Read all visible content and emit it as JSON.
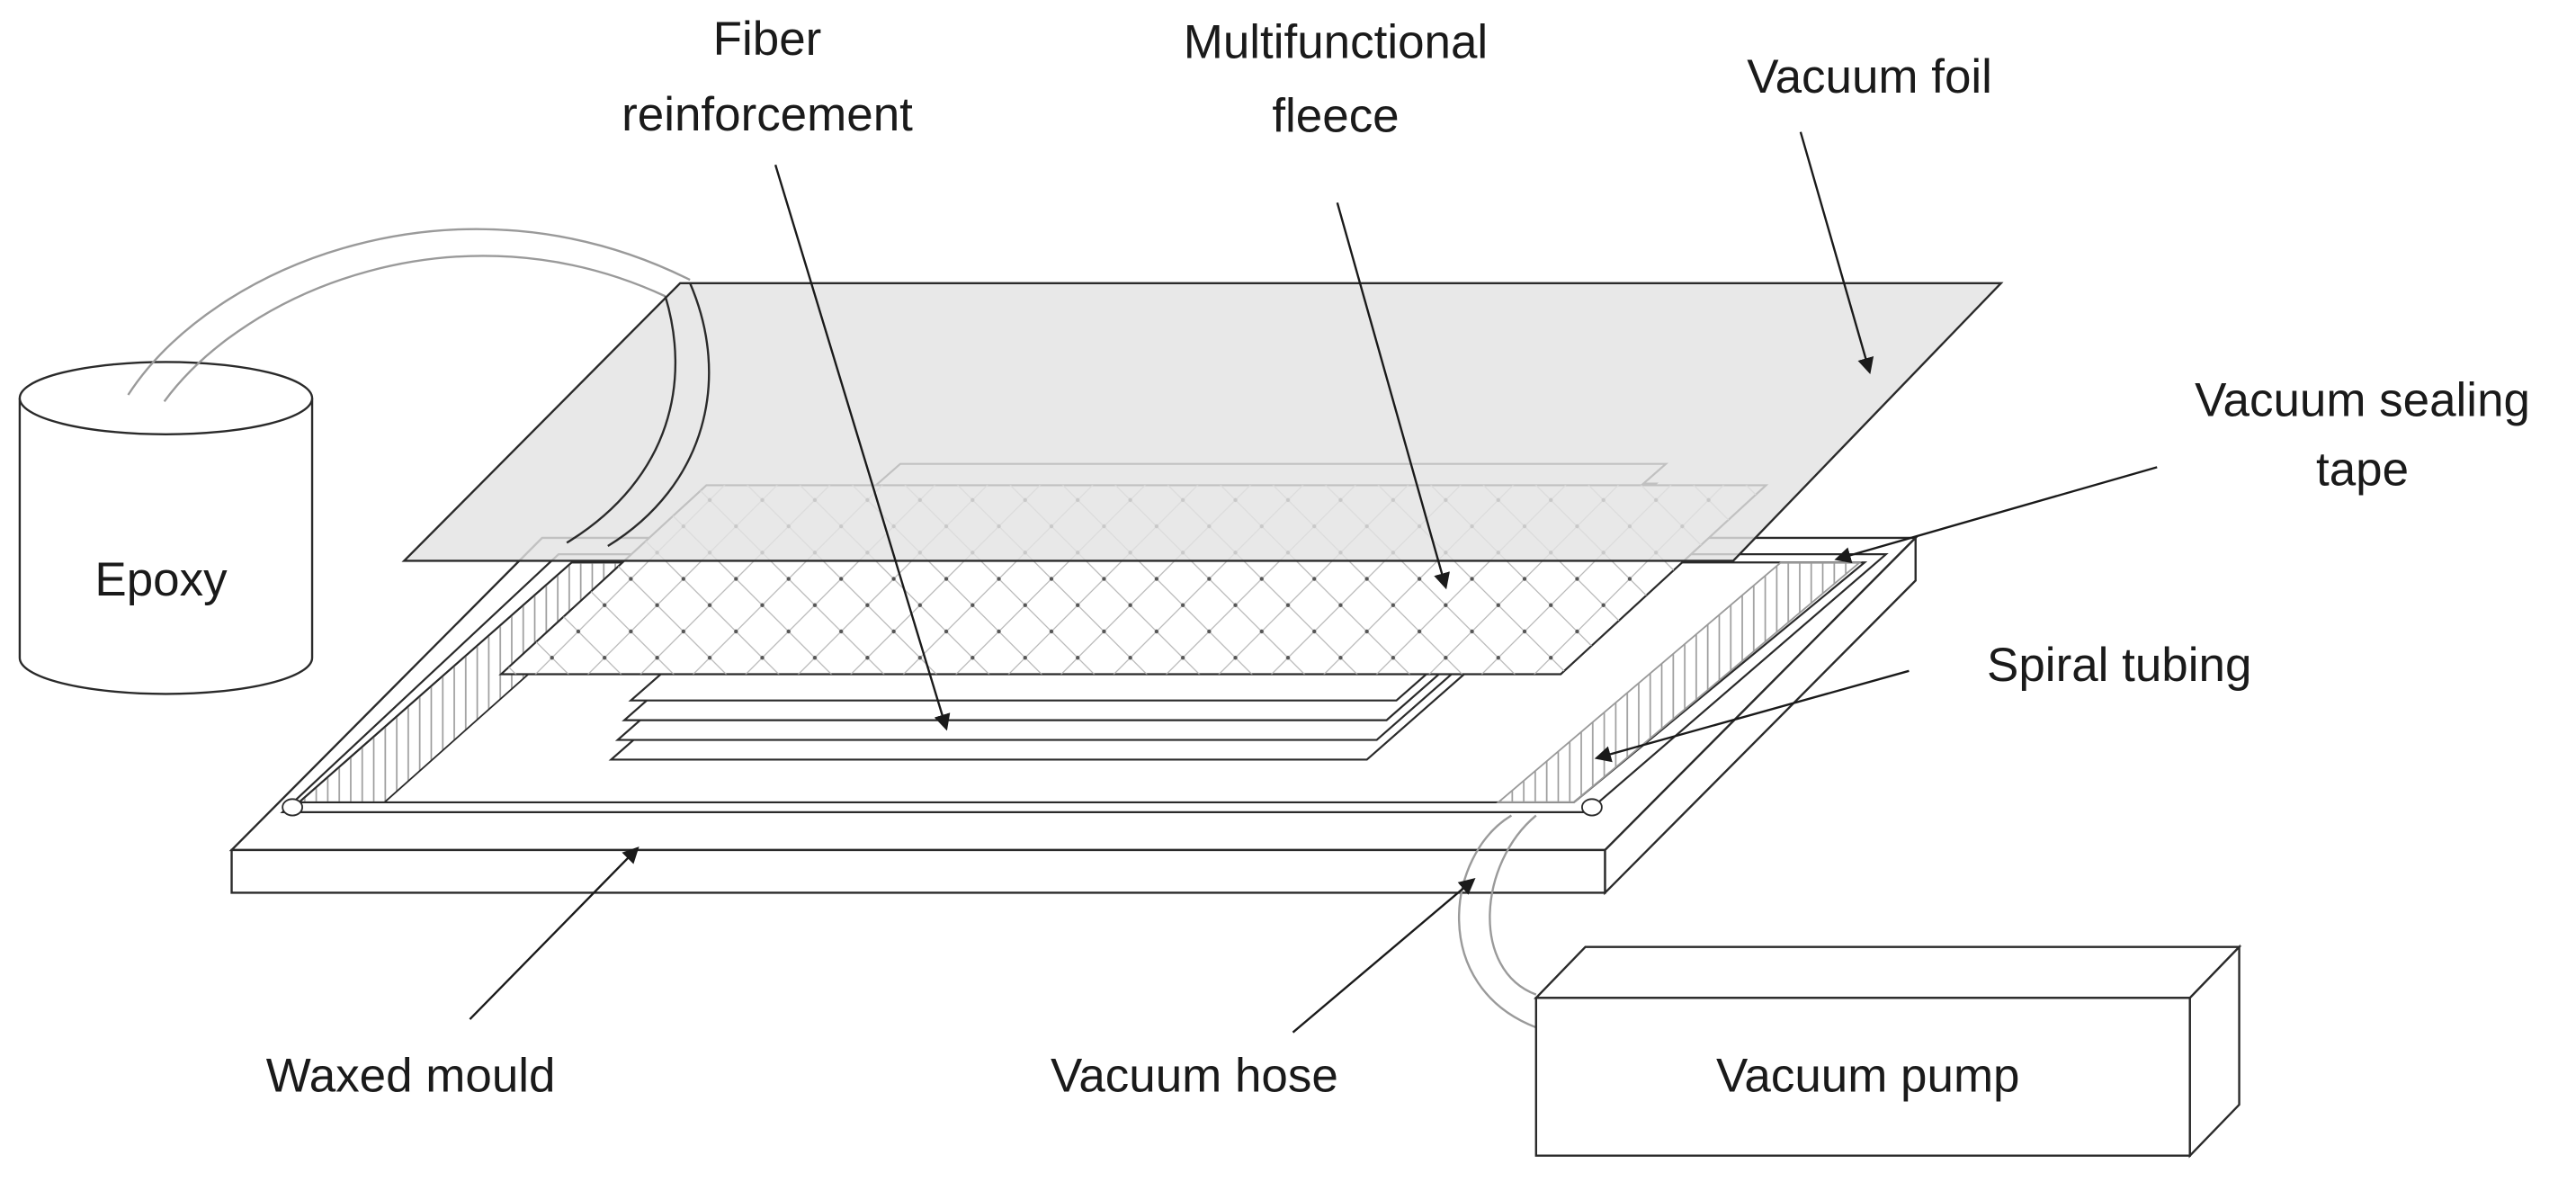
{
  "labels": {
    "fiber_reinforcement": [
      "Fiber",
      "reinforcement"
    ],
    "multifunctional_fleece": [
      "Multifunctional",
      "fleece"
    ],
    "vacuum_foil": "Vacuum foil",
    "vacuum_sealing_tape": [
      "Vacuum sealing",
      "tape"
    ],
    "spiral_tubing": "Spiral tubing",
    "epoxy": "Epoxy",
    "waxed_mould": "Waxed mould",
    "vacuum_hose": "Vacuum hose",
    "vacuum_pump": "Vacuum pump"
  },
  "colors": {
    "line": "#2a2a2a",
    "foil_fill": "#e3e3e3",
    "light_line": "#9a9a9a",
    "background": "#ffffff"
  }
}
